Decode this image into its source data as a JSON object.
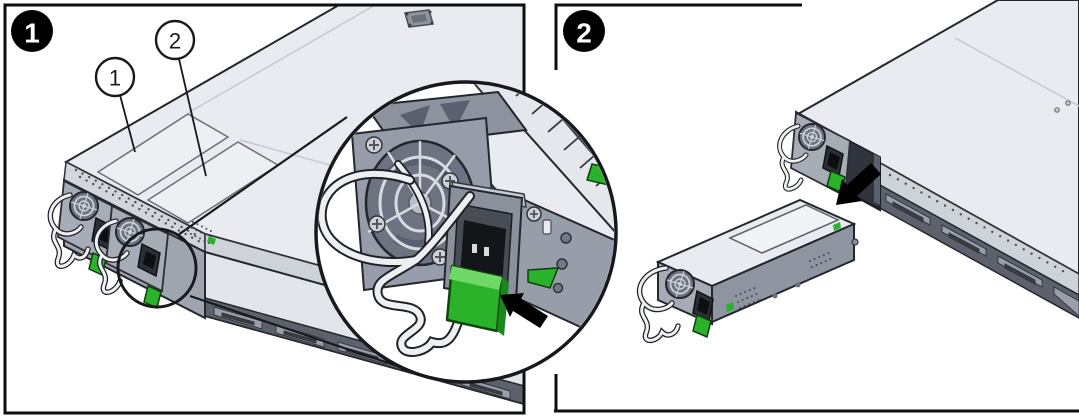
{
  "figure": {
    "panels": [
      {
        "badge": "1",
        "callouts": [
          {
            "label": "1",
            "refers_to": "power-supply-0"
          },
          {
            "label": "2",
            "refers_to": "power-supply-1"
          }
        ],
        "detail_icons": [
          "magnifier-detail-circle",
          "press-latch-arrow-icon"
        ]
      },
      {
        "badge": "2",
        "detail_icons": [
          "removal-direction-arrow-icon"
        ]
      }
    ],
    "colors": {
      "release_latch_green": "#2bb22b",
      "latch_highlight_green": "#6fd967",
      "latch_shade_green": "#1a871f",
      "chassis_light_gray": "#e9ebf0",
      "chassis_mid_gray": "#9fa5af",
      "rail_dark_gray": "#5c616b",
      "outline": "#23262c",
      "badge_background": "#000000",
      "badge_text": "#ffffff",
      "arrow_black": "#000000"
    }
  }
}
